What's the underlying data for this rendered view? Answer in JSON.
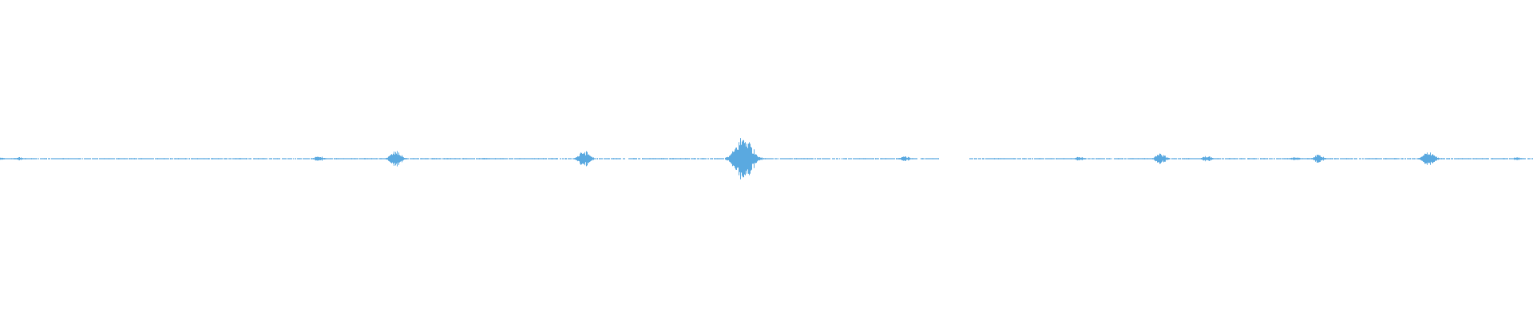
{
  "waveform": {
    "color": "#5aa9e0",
    "background": "#ffffff",
    "peaks": [
      {
        "position": 0.0,
        "amplitude": 0.01
      },
      {
        "position": 0.012,
        "amplitude": 0.012
      },
      {
        "position": 0.208,
        "amplitude": 0.02
      },
      {
        "position": 0.258,
        "amplitude": 0.06
      },
      {
        "position": 0.317,
        "amplitude": 0.008
      },
      {
        "position": 0.381,
        "amplitude": 0.062
      },
      {
        "position": 0.414,
        "amplitude": 0.006
      },
      {
        "position": 0.485,
        "amplitude": 0.18
      },
      {
        "position": 0.59,
        "amplitude": 0.02
      },
      {
        "position": 0.704,
        "amplitude": 0.016
      },
      {
        "position": 0.757,
        "amplitude": 0.04
      },
      {
        "position": 0.787,
        "amplitude": 0.022
      },
      {
        "position": 0.845,
        "amplitude": 0.014
      },
      {
        "position": 0.86,
        "amplitude": 0.032
      },
      {
        "position": 0.932,
        "amplitude": 0.06
      },
      {
        "position": 0.99,
        "amplitude": 0.012
      }
    ],
    "silent_spans": [
      {
        "start": 0.612,
        "end": 0.632
      }
    ]
  }
}
